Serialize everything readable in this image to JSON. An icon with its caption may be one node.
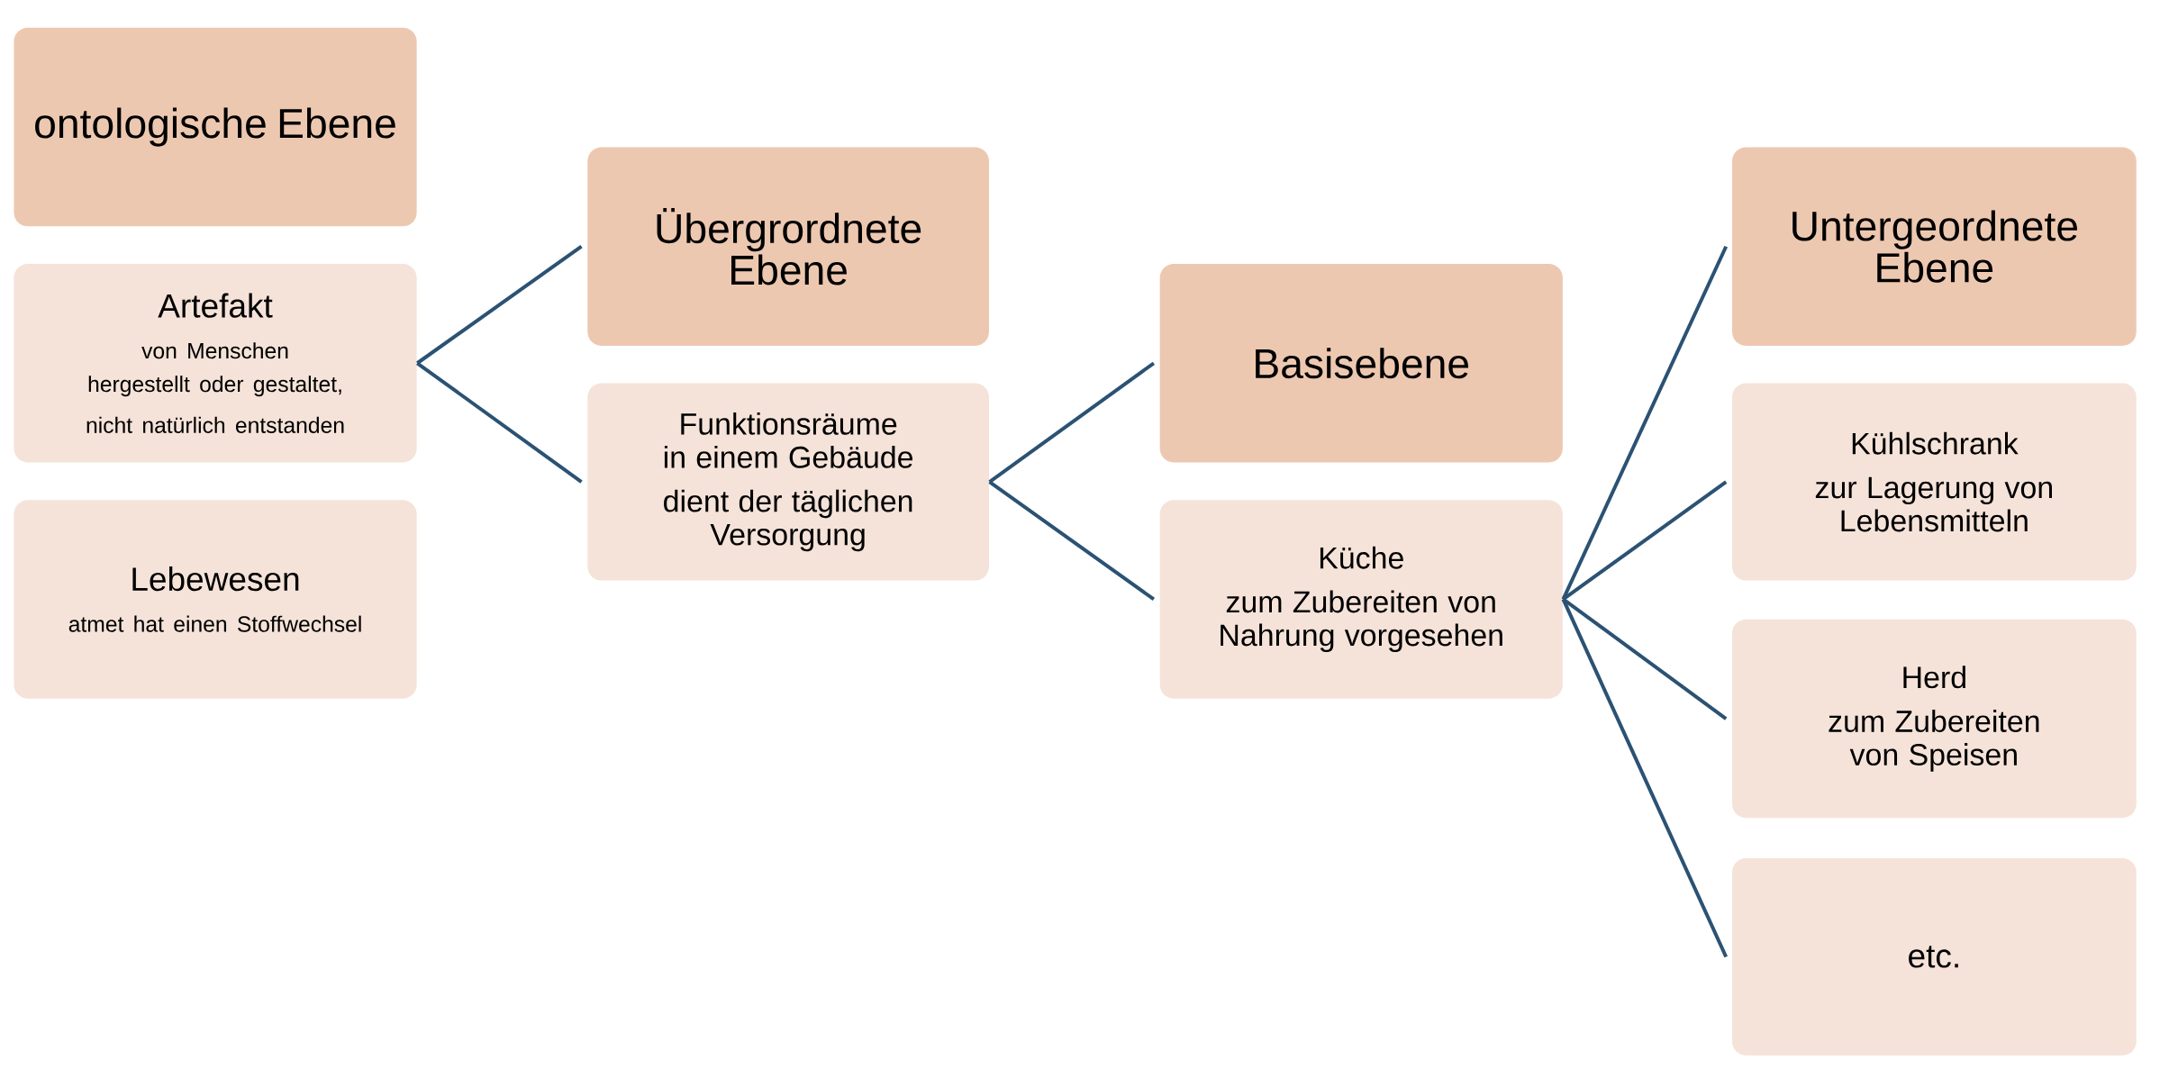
{
  "diagram": {
    "nodes": [
      {
        "text": [
          "ontologische Ebene"
        ]
      },
      {
        "text": [
          "Artefakt",
          "von Menschen hergestellt oder gestaltet,",
          "nicht natürlich entstanden"
        ]
      },
      {
        "text": [
          "Lebewesen",
          "atmet  hat einen Stoffwechsel"
        ]
      },
      {
        "text": [
          "Übergrordnete Ebene"
        ]
      },
      {
        "text": [
          "Funktionsräume in einem Gebäude",
          "dient der täglichen Versorgung"
        ]
      },
      {
        "text": [
          "Basisebene"
        ]
      },
      {
        "text": [
          "Küche",
          "zum Zubereiten von Nahrung vorgesehen"
        ]
      },
      {
        "text": [
          "Untergeordnete Ebene"
        ]
      },
      {
        "text": [
          "Kühlschrank",
          "zur Lagerung von Lebensmitteln"
        ]
      },
      {
        "text": [
          "Herd",
          "zum Zubereiten von Speisen"
        ]
      },
      {
        "text": [
          "etc."
        ]
      }
    ],
    "edges": [
      {
        "from": 1,
        "to": 3,
        "arrow": "none"
      },
      {
        "from": 1,
        "to": 4,
        "arrow": "none"
      },
      {
        "from": 4,
        "to": 5,
        "arrow": "none"
      },
      {
        "from": 4,
        "to": 6,
        "arrow": "none"
      },
      {
        "from": 6,
        "to": 7,
        "arrow": "none"
      },
      {
        "from": 6,
        "to": 8,
        "arrow": "none"
      },
      {
        "from": 6,
        "to": 9,
        "arrow": "none"
      },
      {
        "from": 6,
        "to": 10,
        "arrow": "none"
      }
    ]
  }
}
